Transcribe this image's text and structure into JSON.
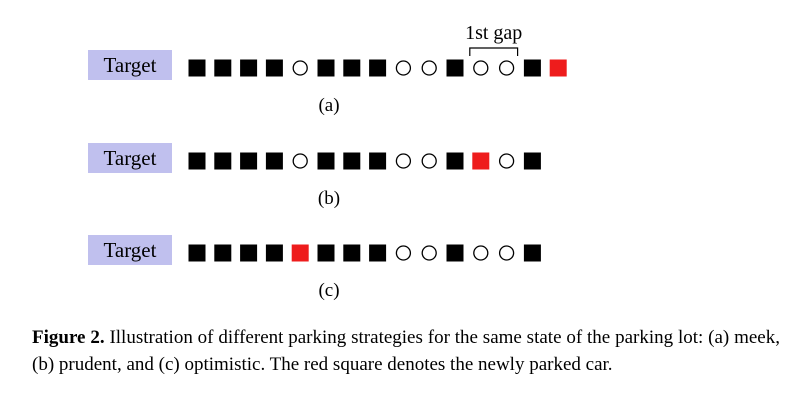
{
  "colors": {
    "target_box": "#c0c0ee",
    "car": "#000000",
    "new_car": "#ee1c1c",
    "empty_stroke": "#000000"
  },
  "rows": [
    {
      "target_label": "Target",
      "sub_label": "(a)",
      "slots": [
        "car",
        "car",
        "car",
        "car",
        "empty",
        "car",
        "car",
        "car",
        "empty",
        "empty",
        "car",
        "empty",
        "empty",
        "car",
        "new"
      ]
    },
    {
      "target_label": "Target",
      "sub_label": "(b)",
      "slots": [
        "car",
        "car",
        "car",
        "car",
        "empty",
        "car",
        "car",
        "car",
        "empty",
        "empty",
        "car",
        "new",
        "empty",
        "car"
      ]
    },
    {
      "target_label": "Target",
      "sub_label": "(c)",
      "slots": [
        "car",
        "car",
        "car",
        "car",
        "new",
        "car",
        "car",
        "car",
        "empty",
        "empty",
        "car",
        "empty",
        "empty",
        "car"
      ]
    }
  ],
  "gap_annotation": {
    "label": "1st gap",
    "row": 0,
    "from_slot": 11,
    "to_slot": 12
  },
  "caption": {
    "figure_number": "Figure 2.",
    "text": "Illustration of different parking strategies for the same state of the parking lot: (a) meek, (b) prudent, and (c) optimistic. The red square denotes the newly parked car."
  }
}
